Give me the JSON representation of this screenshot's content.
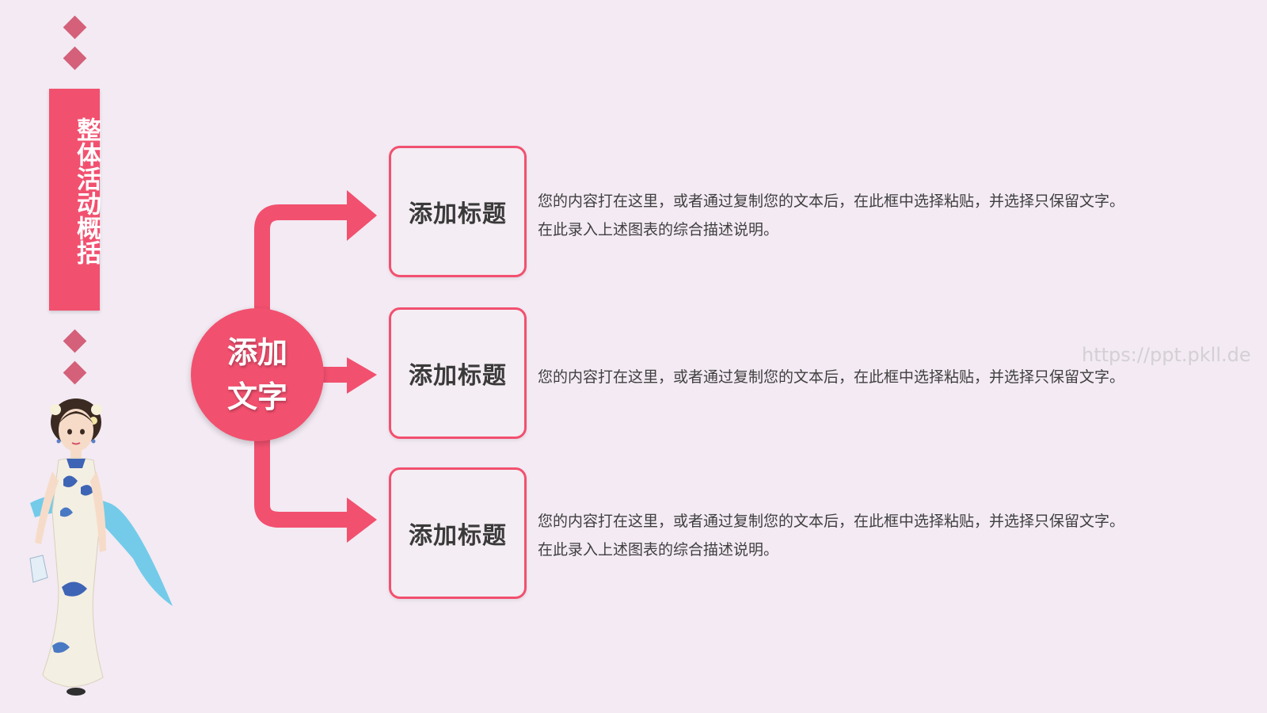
{
  "sidebar": {
    "title": "整体活动概括"
  },
  "center": {
    "line1": "添加",
    "line2": "文字"
  },
  "items": [
    {
      "title": "添加标题",
      "lines": [
        "您的内容打在这里，或者通过复制您的文本后，在此框中选择粘贴，并选择只保留文字。",
        "在此录入上述图表的综合描述说明。"
      ]
    },
    {
      "title": "添加标题",
      "lines": [
        "您的内容打在这里，或者通过复制您的文本后，在此框中选择粘贴，并选择只保留文字。"
      ]
    },
    {
      "title": "添加标题",
      "lines": [
        "您的内容打在这里，或者通过复制您的文本后，在此框中选择粘贴，并选择只保留文字。",
        "在此录入上述图表的综合描述说明。"
      ]
    }
  ],
  "watermark": "https://ppt.pkll.de",
  "colors": {
    "accent": "#f2506f",
    "diamond": "#d4607a",
    "background": "#f3eaf3",
    "text": "#3f3f3f"
  }
}
